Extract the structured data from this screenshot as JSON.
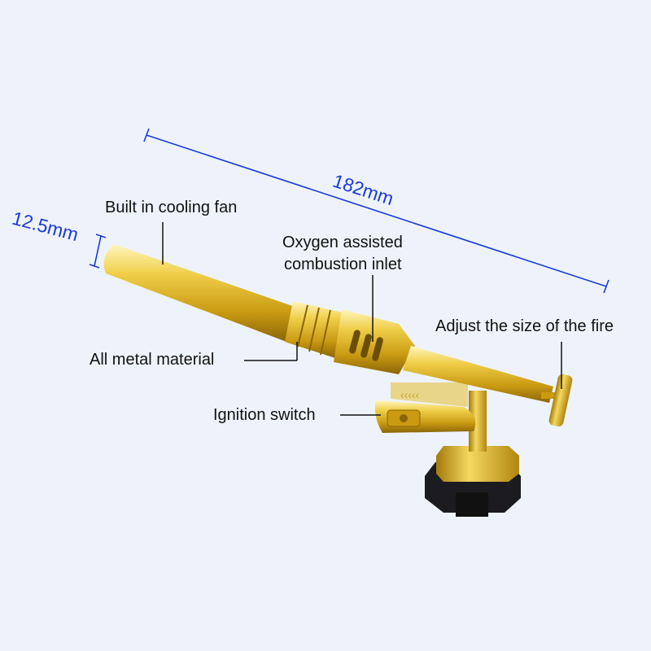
{
  "dimensions": {
    "length": "182mm",
    "diameter": "12.5mm"
  },
  "callouts": {
    "cooling_fan": "Built in cooling fan",
    "oxygen_inlet_line1": "Oxygen assisted",
    "oxygen_inlet_line2": "combustion inlet",
    "fire_adjust": "Adjust the size of the fire",
    "metal": "All metal material",
    "ignition": "Ignition switch"
  },
  "colors": {
    "background": "#eef3fb",
    "dimension": "#1a3ad8",
    "gold": "#e2b524"
  }
}
